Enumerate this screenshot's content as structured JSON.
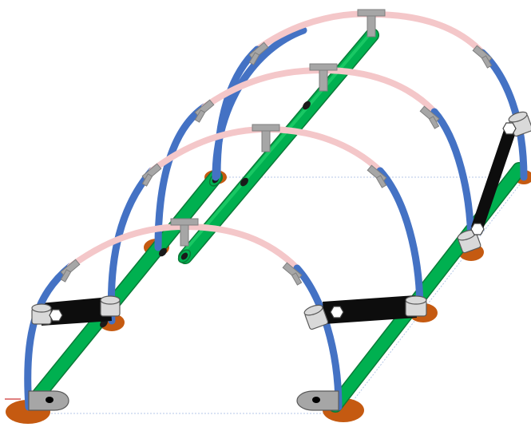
{
  "diagram": {
    "subject": "hoop-house-frame",
    "colors": {
      "background": "#ffffff",
      "hoop_tube": "#4472c4",
      "hoop_upper_sleeve": "#f4c7c9",
      "ridge_and_base_rail": "#00b050",
      "rail_hole": "#1a1a1a",
      "foot_pad": "#c55a11",
      "clamp_grey": "#a6a6a6",
      "collar": "#d9d9d9",
      "diagonal_brace": "#000000",
      "guide_line": "#b4c7e7"
    },
    "counts": {
      "hoops": 4,
      "ridge_clamps": 4,
      "side_clamps": 8,
      "braces": 3
    }
  }
}
